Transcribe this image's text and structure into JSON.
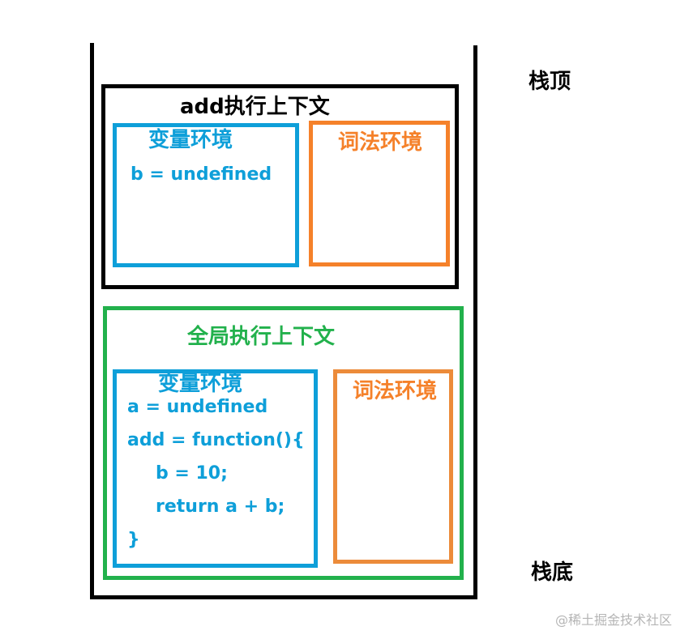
{
  "side_labels": {
    "stack_top": "栈顶",
    "stack_bottom": "栈底"
  },
  "add_context": {
    "title": "add执行上下文",
    "variable_environment": {
      "title": "变量环境",
      "lines": [
        "b = undefined"
      ]
    },
    "lexical_environment": {
      "title": "词法环境",
      "lines": []
    }
  },
  "global_context": {
    "title": "全局执行上下文",
    "variable_environment": {
      "title": "变量环境",
      "lines": [
        "a = undefined",
        "add = function(){",
        "b = 10;",
        "return a + b;",
        "}"
      ]
    },
    "lexical_environment": {
      "title": "词法环境",
      "lines": []
    }
  },
  "watermark": "@稀土掘金技术社区",
  "colors": {
    "stack": "#000000",
    "add_context_border": "#000000",
    "global_context_border": "#22b14c",
    "variable_environment": "#0e9fd9",
    "lexical_environment": "#f5812a"
  }
}
